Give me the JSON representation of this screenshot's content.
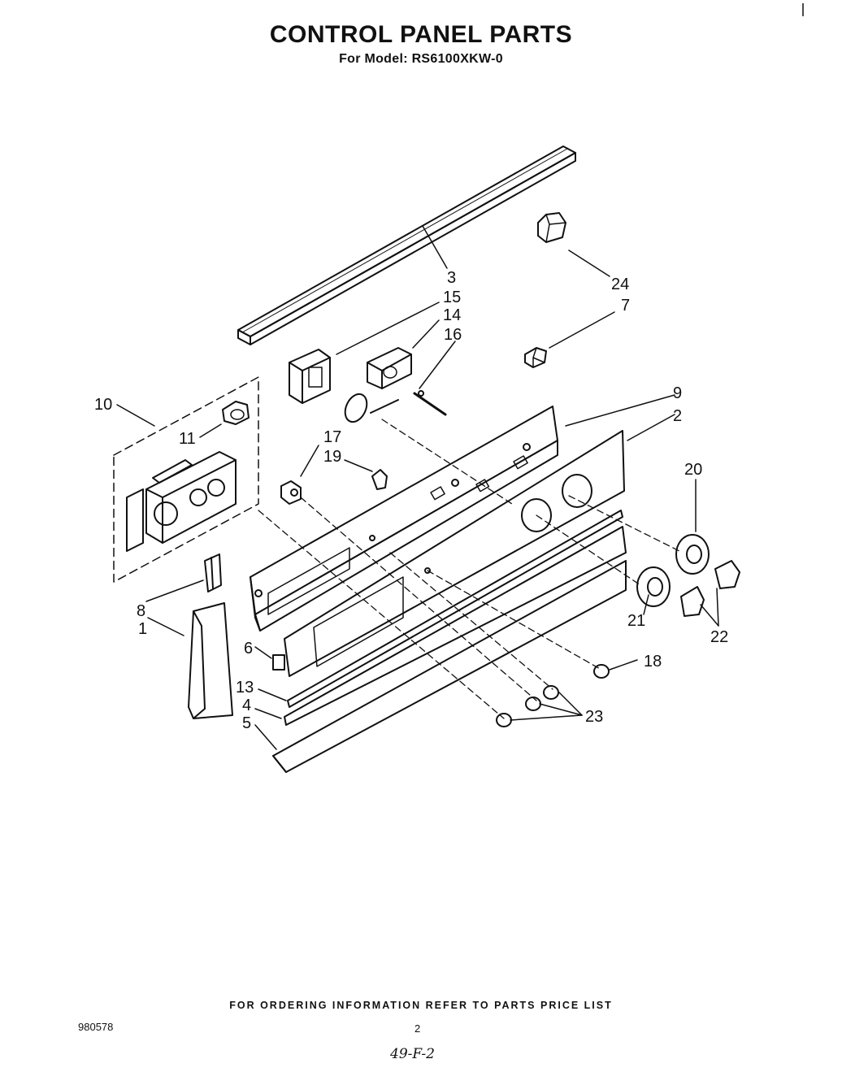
{
  "header": {
    "title": "CONTROL PANEL PARTS",
    "subtitle": "For Model: RS6100XKW-0"
  },
  "footer": {
    "ordering_note": "FOR ORDERING INFORMATION REFER TO PARTS PRICE LIST",
    "document_number": "980578",
    "page_number": "2",
    "handwritten_code": "49-F-2"
  },
  "callouts": {
    "c1": "1",
    "c2": "2",
    "c3": "3",
    "c4": "4",
    "c5": "5",
    "c6": "6",
    "c7": "7",
    "c8": "8",
    "c9": "9",
    "c10": "10",
    "c11": "11",
    "c13": "13",
    "c14": "14",
    "c15": "15",
    "c16": "16",
    "c17": "17",
    "c18": "18",
    "c19": "19",
    "c20": "20",
    "c21": "21",
    "c22": "22",
    "c23": "23",
    "c24": "24"
  }
}
